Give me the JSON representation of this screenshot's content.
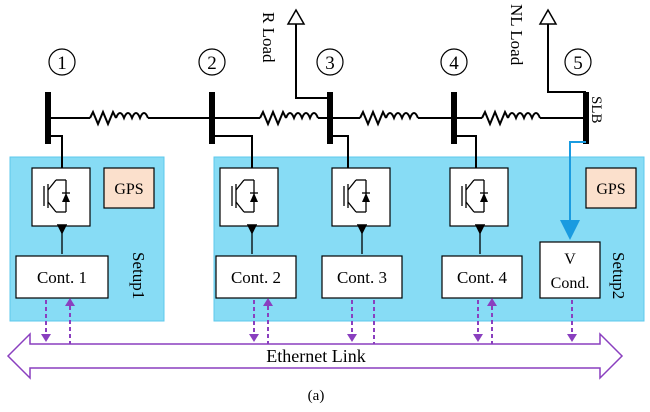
{
  "nodes": [
    "1",
    "2",
    "3",
    "4",
    "5"
  ],
  "loads": {
    "r_load": "R Load",
    "nl_load": "NL Load"
  },
  "slb_label": "SLB",
  "setups": {
    "setup1": "Setup1",
    "setup2": "Setup2"
  },
  "gps_label": "GPS",
  "controllers": [
    "Cont. 1",
    "Cont. 2",
    "Cont. 3",
    "Cont. 4"
  ],
  "vcond": {
    "line1": "V",
    "line2": "Cond."
  },
  "ethernet_label": "Ethernet Link",
  "caption": "(a)",
  "colors": {
    "panel": "#87dcf5",
    "gps_fill": "#fbe0cc",
    "ethernet": "#8a3fbf",
    "sense_line": "#1a9be0"
  }
}
